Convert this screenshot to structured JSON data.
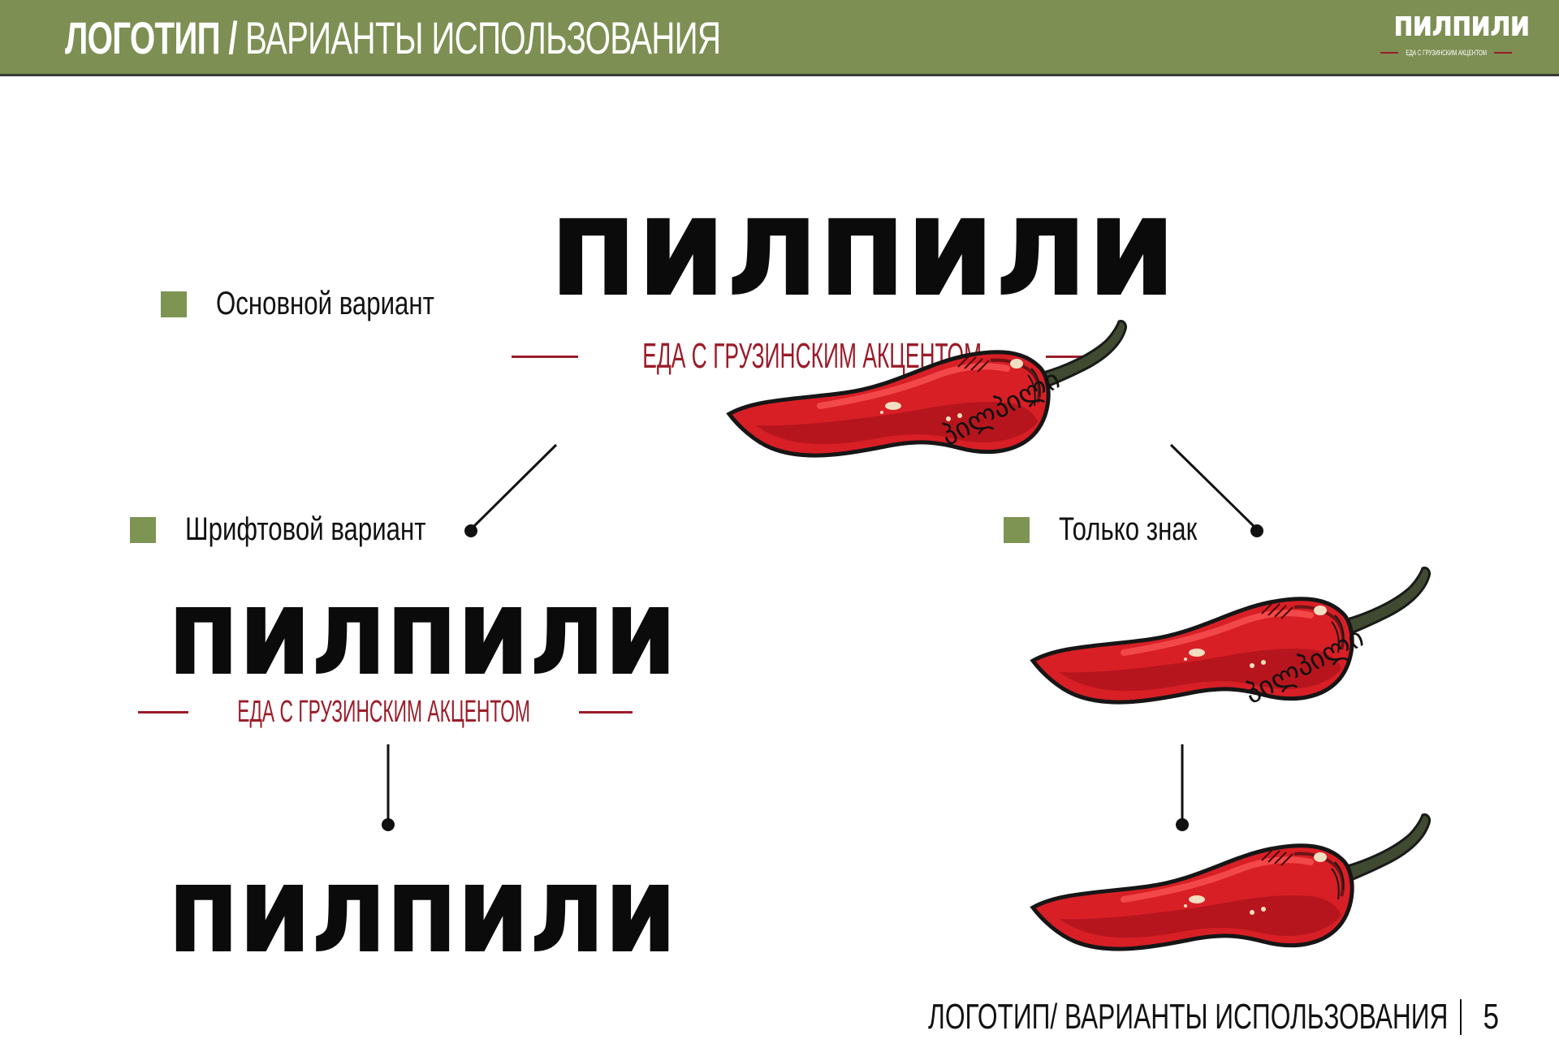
{
  "header": {
    "title_bold": "ЛОГОТИП /",
    "title_light": "ВАРИАНТЫ ИСПОЛЬЗОВАНИЯ",
    "logo_wordmark": "пилпили",
    "logo_tagline": "ЕДА С ГРУЗИНСКИМ АКЦЕНТОМ"
  },
  "colors": {
    "header_bg": "#7d8f53",
    "header_border": "#3b3a36",
    "bullet": "#7d9453",
    "tagline": "#9b1c2a",
    "wordmark": "#0b0b0b",
    "pepper_red": "#d81f26",
    "pepper_stem": "#3f4a30"
  },
  "variants": {
    "main": {
      "label": "Основной вариант",
      "wordmark": "пилпили",
      "tagline": "ЕДА С ГРУЗИНСКИМ АКЦЕНТОМ",
      "georgian": "პილპილი",
      "icon": "chili-pepper-icon"
    },
    "font": {
      "label": "Шрифтовой вариант",
      "wordmark": "пилпили",
      "tagline": "ЕДА С ГРУЗИНСКИМ АКЦЕНТОМ",
      "wordmark_only": "пилпили"
    },
    "sign": {
      "label": "Только знак",
      "georgian": "პილპილი",
      "icon": "chili-pepper-icon"
    }
  },
  "footer": {
    "section": "ЛОГОТИП/ ВАРИАНТЫ ИСПОЛЬЗОВАНИЯ",
    "page_number": "5"
  }
}
